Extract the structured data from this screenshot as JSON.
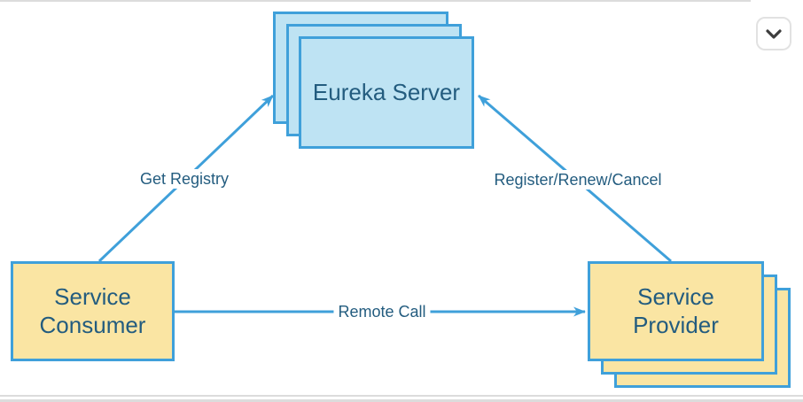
{
  "diagram": {
    "title": "Eureka service discovery diagram",
    "nodes": {
      "eureka_server": {
        "label": "Eureka Server",
        "stack_count": 3
      },
      "service_consumer": {
        "label": "Service Consumer",
        "stack_count": 1
      },
      "service_provider": {
        "label": "Service Provider",
        "stack_count": 3
      }
    },
    "edges": {
      "get_registry": {
        "label": "Get Registry",
        "from": "service_consumer",
        "to": "eureka_server"
      },
      "register": {
        "label": "Register/Renew/Cancel",
        "from": "service_provider",
        "to": "eureka_server"
      },
      "remote_call": {
        "label": "Remote Call",
        "from": "service_consumer",
        "to": "service_provider"
      }
    },
    "colors": {
      "node_border_and_arrows": "#3fa0da",
      "blue_node_fill": "#bee3f3",
      "yellow_node_fill": "#fae5a3",
      "text": "#235c7f",
      "divider_lines": "#dcdcdc",
      "chevron": "#3d3d3d"
    }
  },
  "controls": {
    "collapse_button": {
      "icon": "chevron-down"
    }
  }
}
